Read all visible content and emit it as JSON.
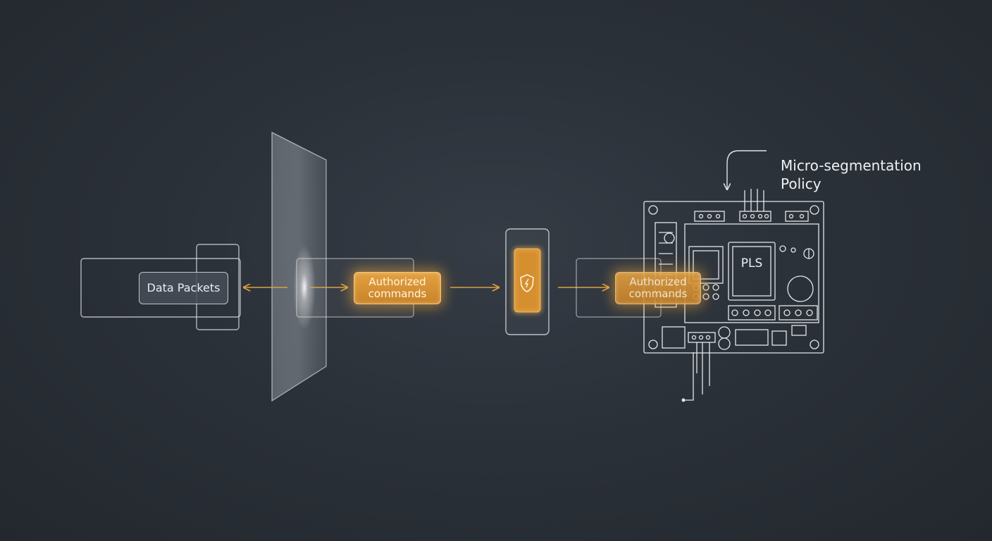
{
  "labels": {
    "data_packets": "Data Packets",
    "authorized_commands_1": "Authorized\ncommands",
    "authorized_commands_2": "Authorized\ncommands",
    "policy": "Micro-segmentation\nPolicy",
    "plc": "PLS"
  },
  "icons": {
    "gateway": "shield-icon",
    "controller": "circuit-board-icon"
  },
  "colors": {
    "background": "#2b3139",
    "line": "#dfe3e7",
    "accent": "#e0a040"
  }
}
